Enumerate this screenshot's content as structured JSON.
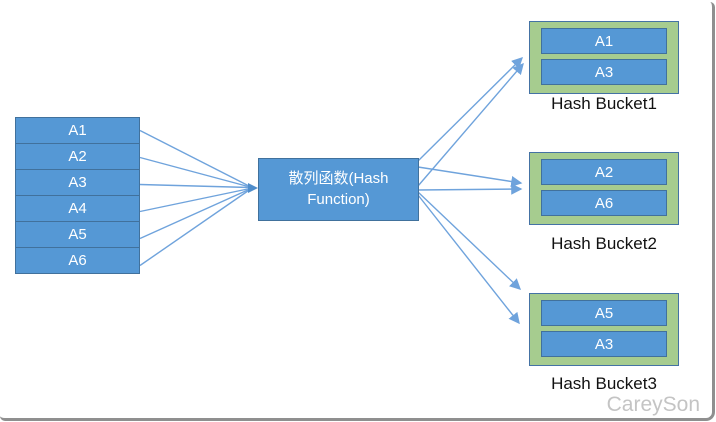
{
  "diagram": {
    "input_list": {
      "items": [
        "A1",
        "A2",
        "A3",
        "A4",
        "A5",
        "A6"
      ]
    },
    "hash_function": {
      "label": "散列函数(Hash Function)"
    },
    "buckets": [
      {
        "label": "Hash Bucket1",
        "items": [
          "A1",
          "A3"
        ]
      },
      {
        "label": "Hash Bucket2",
        "items": [
          "A2",
          "A6"
        ]
      },
      {
        "label": "Hash Bucket3",
        "items": [
          "A5",
          "A3"
        ]
      }
    ],
    "connections": {
      "left": "each input item A1-A6 points to hash function",
      "right": "hash function points to bucket slots: A1,A3 to Hash Bucket1; A2,A6 to Hash Bucket2; A5,A3 to Hash Bucket3"
    },
    "watermark": "CareySon",
    "colors": {
      "box_fill": "#5598d5",
      "box_border": "#41719c",
      "bucket_fill": "#a6cc8f",
      "bucket_border": "#4472a4",
      "arrow_line": "#6fa3dc",
      "box_text": "#ffffff",
      "label_text": "#111111",
      "watermark_text": "#c4c4c4",
      "frame_shadow": "#8f8f8f"
    }
  }
}
